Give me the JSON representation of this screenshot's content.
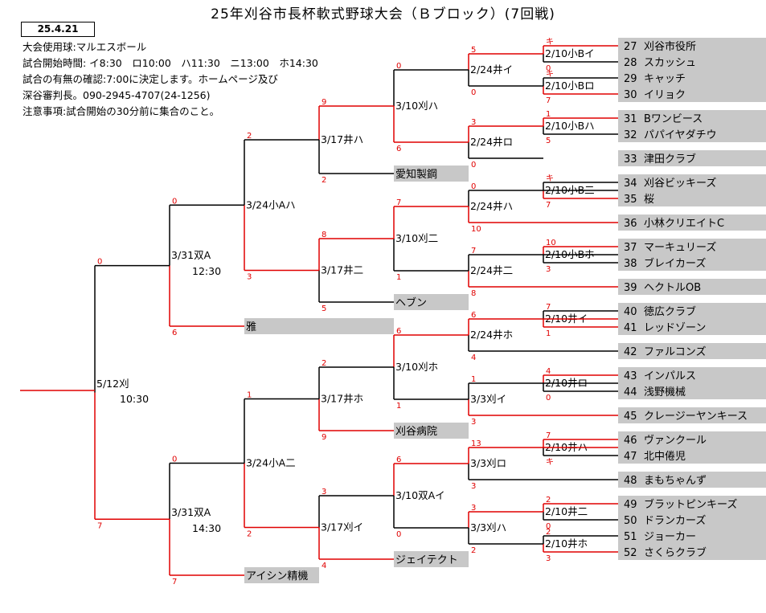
{
  "title": "25年刈谷市長杯軟式野球大会（Ｂブロック）(7回戦)",
  "date": "25.4.21",
  "info_lines": [
    "大会使用球:マルエスボール",
    "試合開始時間: イ8:30　ロ10:00　ハ11:30　ニ13:00　ホ14:30",
    "試合の有無の確認:7:00に決定します。ホームページ及び",
    "深谷審判長。090-2945-4707(24-1256)",
    "注意事項:試合開始の30分前に集合のこと。"
  ],
  "teams": [
    {
      "no": "27",
      "name": "刈谷市役所"
    },
    {
      "no": "28",
      "name": "スカッシュ"
    },
    {
      "no": "29",
      "name": "キャッチ"
    },
    {
      "no": "30",
      "name": "イリョク"
    },
    {
      "no": "31",
      "name": "Bワンビース"
    },
    {
      "no": "32",
      "name": "パパイヤダチウ"
    },
    {
      "no": "33",
      "name": "津田クラブ"
    },
    {
      "no": "34",
      "name": "刈谷ビッキーズ"
    },
    {
      "no": "35",
      "name": "桜"
    },
    {
      "no": "36",
      "name": "小林クリエイトC"
    },
    {
      "no": "37",
      "name": "マーキュリーズ"
    },
    {
      "no": "38",
      "name": "ブレイカーズ"
    },
    {
      "no": "39",
      "name": "ヘクトルOB"
    },
    {
      "no": "40",
      "name": "徳広クラブ"
    },
    {
      "no": "41",
      "name": "レッドゾーン"
    },
    {
      "no": "42",
      "name": "ファルコンズ"
    },
    {
      "no": "43",
      "name": "インパルス"
    },
    {
      "no": "44",
      "name": "浅野機械"
    },
    {
      "no": "45",
      "name": "クレージーヤンキース"
    },
    {
      "no": "46",
      "name": "ヴァンクール"
    },
    {
      "no": "47",
      "name": "北中倦児"
    },
    {
      "no": "48",
      "name": "まもちゃんず"
    },
    {
      "no": "49",
      "name": "ブラットピンキーズ"
    },
    {
      "no": "50",
      "name": "ドランカーズ"
    },
    {
      "no": "51",
      "name": "ジョーカー"
    },
    {
      "no": "52",
      "name": "さくらクラブ"
    }
  ],
  "mid_teams": [
    {
      "name": "愛知製鋼"
    },
    {
      "name": "ヘブン"
    },
    {
      "name": "刈谷病院"
    },
    {
      "name": "ジェイテクト"
    },
    {
      "name": "雅"
    },
    {
      "name": "アイシン精機"
    }
  ],
  "matches": [
    {
      "label": "2/10小Bイ",
      "top": "キ",
      "bottom": "0"
    },
    {
      "label": "2/10小Bロ",
      "top": "キ",
      "bottom": "7"
    },
    {
      "label": "2/10小Bハ",
      "top": "1",
      "bottom": "5"
    },
    {
      "label": "2/10小B二",
      "top": "キ",
      "bottom": "7"
    },
    {
      "label": "2/10小Bホ",
      "top": "10",
      "bottom": "3"
    },
    {
      "label": "2/10井イ",
      "top": "7",
      "bottom": "1"
    },
    {
      "label": "2/10井ロ",
      "top": "4",
      "bottom": "0"
    },
    {
      "label": "2/10井ハ",
      "top": "7",
      "bottom": "キ"
    },
    {
      "label": "2/10井二",
      "top": "2",
      "bottom": "0"
    },
    {
      "label": "2/10井ホ",
      "top": "2",
      "bottom": "3"
    },
    {
      "label": "2/24井イ",
      "top": "5",
      "bottom": "0"
    },
    {
      "label": "2/24井ロ",
      "top": "3",
      "bottom": "0"
    },
    {
      "label": "2/24井ハ",
      "top": "0",
      "bottom": "10"
    },
    {
      "label": "2/24井二",
      "top": "7",
      "bottom": "8"
    },
    {
      "label": "2/24井ホ",
      "top": "6",
      "bottom": "4"
    },
    {
      "label": "3/3刈イ",
      "top": "1",
      "bottom": "3"
    },
    {
      "label": "3/3刈ロ",
      "top": "13",
      "bottom": "3"
    },
    {
      "label": "3/3刈ハ",
      "top": "3",
      "bottom": "2"
    },
    {
      "label": "3/10刈ハ",
      "top": "0",
      "bottom": "6"
    },
    {
      "label": "3/10刈二",
      "top": "7",
      "bottom": "1"
    },
    {
      "label": "3/10刈ホ",
      "top": "6",
      "bottom": "1"
    },
    {
      "label": "3/10双Aイ",
      "top": "6",
      "bottom": "0"
    },
    {
      "label": "3/17井ハ",
      "top": "9",
      "bottom": "2"
    },
    {
      "label": "3/17井二",
      "top": "8",
      "bottom": "5"
    },
    {
      "label": "3/17井ホ",
      "top": "2",
      "bottom": "9"
    },
    {
      "label": "3/17刈イ",
      "top": "3",
      "bottom": "4"
    },
    {
      "label": "3/24小Aハ",
      "top": "2",
      "bottom": "3"
    },
    {
      "label": "3/24小A二",
      "top": "1",
      "bottom": "2"
    },
    {
      "label": "3/31双A",
      "time": "12:30",
      "top": "0",
      "bottom": "6"
    },
    {
      "label": "3/31双A",
      "time": "14:30",
      "top": "0",
      "bottom": "7"
    },
    {
      "label": "5/12刈",
      "time": "10:30",
      "top": "0",
      "bottom": "7"
    }
  ],
  "colors": {
    "winner_line": "#e00000",
    "loser_line": "#000000",
    "team_box": "#c8c8c8"
  }
}
